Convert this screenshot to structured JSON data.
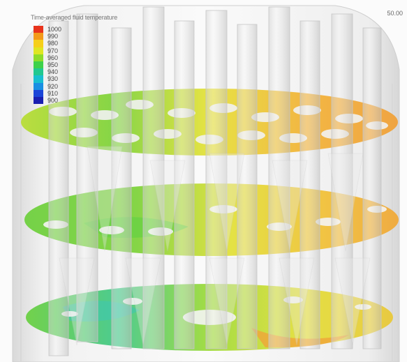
{
  "legend": {
    "title": "Time-averaged fluid temperature",
    "entries": [
      {
        "label": "1000",
        "color": "#e8331c"
      },
      {
        "label": "990",
        "color": "#f39a1a"
      },
      {
        "label": "980",
        "color": "#f6cf1a"
      },
      {
        "label": "970",
        "color": "#dfe622"
      },
      {
        "label": "960",
        "color": "#8fdc2a"
      },
      {
        "label": "950",
        "color": "#3ed14a"
      },
      {
        "label": "940",
        "color": "#22c88f"
      },
      {
        "label": "930",
        "color": "#19bfcf"
      },
      {
        "label": "920",
        "color": "#1a8fe3"
      },
      {
        "label": "910",
        "color": "#1b45d8"
      },
      {
        "label": "900",
        "color": "#1a1fb0"
      }
    ]
  },
  "time_readout": "50.00",
  "colors": {
    "plate_hot": "#f2a93a",
    "plate_warm": "#f3e03a",
    "plate_mid": "#b8df37",
    "plate_cool": "#5fd043",
    "plate_cold": "#2fc7a3",
    "tube": "#e3e3e3"
  }
}
